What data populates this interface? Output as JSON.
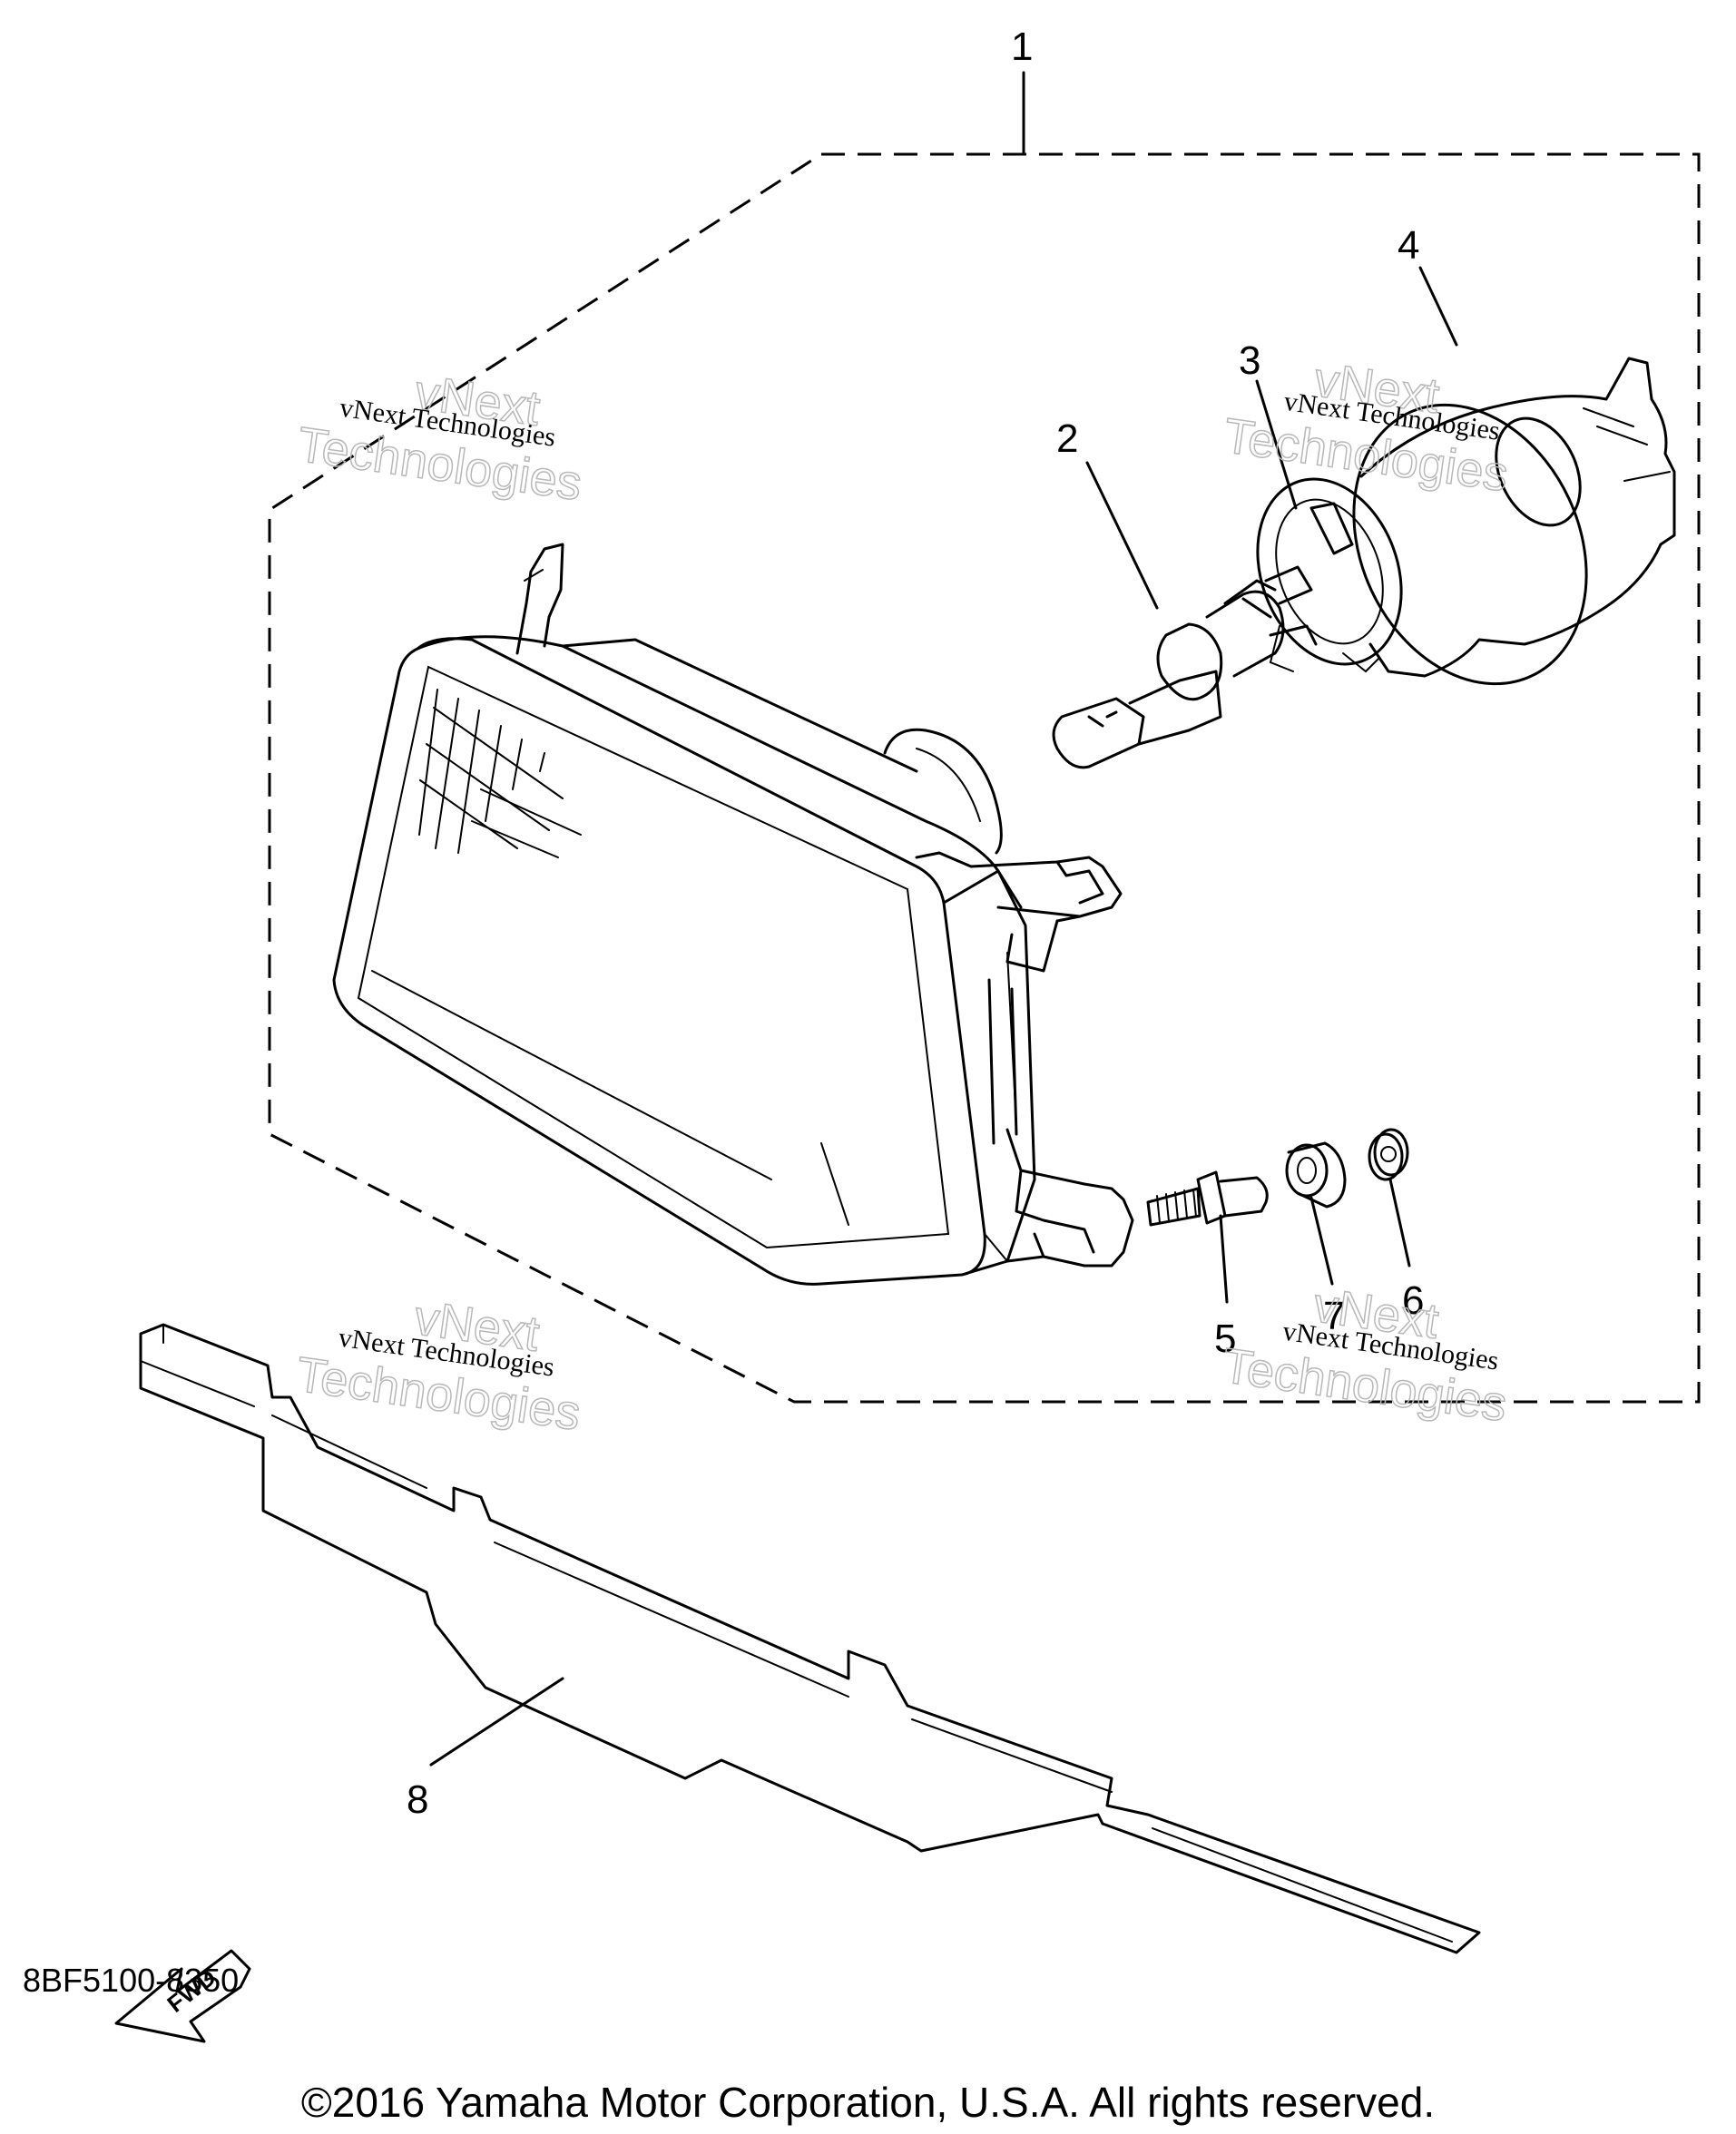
{
  "diagram_code": "8BF5100-8350",
  "copyright": "©2016 Yamaha Motor Corporation, U.S.A. All rights reserved.",
  "fwd_label": "FWD",
  "watermark": {
    "line1": "vNext Technologies",
    "line2a": "vNext",
    "line2b": "Technologies"
  },
  "callouts": [
    {
      "id": "1",
      "label": "1"
    },
    {
      "id": "2",
      "label": "2"
    },
    {
      "id": "3",
      "label": "3"
    },
    {
      "id": "4",
      "label": "4"
    },
    {
      "id": "5",
      "label": "5"
    },
    {
      "id": "6",
      "label": "6"
    },
    {
      "id": "7",
      "label": "7"
    },
    {
      "id": "8",
      "label": "8"
    }
  ]
}
